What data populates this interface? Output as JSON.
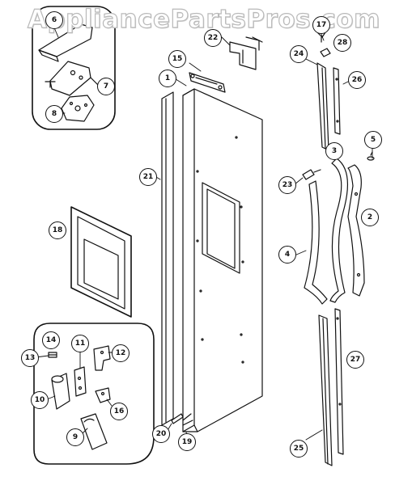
{
  "watermark": "AppliancePartsPros.com",
  "callouts": [
    {
      "id": "c1",
      "label": "1"
    },
    {
      "id": "c2",
      "label": "2"
    },
    {
      "id": "c3",
      "label": "3"
    },
    {
      "id": "c4",
      "label": "4"
    },
    {
      "id": "c5",
      "label": "5"
    },
    {
      "id": "c6",
      "label": "6"
    },
    {
      "id": "c7",
      "label": "7"
    },
    {
      "id": "c8",
      "label": "8"
    },
    {
      "id": "c9",
      "label": "9"
    },
    {
      "id": "c10",
      "label": "10"
    },
    {
      "id": "c11",
      "label": "11"
    },
    {
      "id": "c12",
      "label": "12"
    },
    {
      "id": "c13",
      "label": "13"
    },
    {
      "id": "c14",
      "label": "14"
    },
    {
      "id": "c15",
      "label": "15"
    },
    {
      "id": "c16",
      "label": "16"
    },
    {
      "id": "c17",
      "label": "17"
    },
    {
      "id": "c18",
      "label": "18"
    },
    {
      "id": "c19",
      "label": "19"
    },
    {
      "id": "c20",
      "label": "20"
    },
    {
      "id": "c21",
      "label": "21"
    },
    {
      "id": "c22",
      "label": "22"
    },
    {
      "id": "c23",
      "label": "23"
    },
    {
      "id": "c24",
      "label": "24"
    },
    {
      "id": "c25",
      "label": "25"
    },
    {
      "id": "c26",
      "label": "26"
    },
    {
      "id": "c27",
      "label": "27"
    },
    {
      "id": "c28",
      "label": "28"
    }
  ]
}
